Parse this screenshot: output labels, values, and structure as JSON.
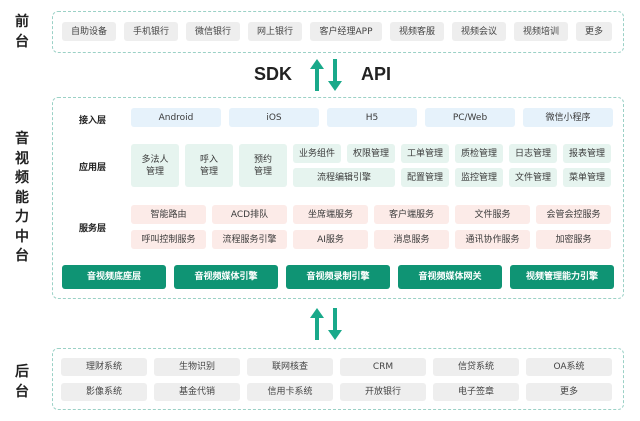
{
  "front": {
    "label_chars": [
      "前",
      "台"
    ],
    "items": [
      "自助设备",
      "手机银行",
      "微信银行",
      "网上银行",
      "客户经理APP",
      "视频客服",
      "视频会议",
      "视频培训",
      "更多"
    ]
  },
  "sdk_api": {
    "left": "SDK",
    "right": "API",
    "color": "#19a98a"
  },
  "middle": {
    "label_chars": [
      "音",
      "视",
      "频",
      "能",
      "力",
      "中",
      "台"
    ],
    "access": {
      "label": "接入层",
      "items": [
        "Android",
        "iOS",
        "H5",
        "PC/Web",
        "微信小程序"
      ]
    },
    "application": {
      "label": "应用层",
      "large_items": [
        "多法人\n管理",
        "呼入\n管理",
        "预约\n管理"
      ],
      "row1": [
        "业务组件",
        "权限管理",
        "工单管理",
        "质检管理",
        "日志管理",
        "报表管理"
      ],
      "row2_wide": "流程编辑引擎",
      "row2": [
        "配置管理",
        "监控管理",
        "文件管理",
        "菜单管理"
      ]
    },
    "service": {
      "label": "服务层",
      "row1": [
        "智能路由",
        "ACD排队",
        "坐席端服务",
        "客户端服务",
        "文件服务",
        "会管会控服务"
      ],
      "row2": [
        "呼叫控制服务",
        "流程服务引擎",
        "AI服务",
        "消息服务",
        "通讯协作服务",
        "加密服务"
      ]
    },
    "engines": [
      "音视频底座层",
      "音视频媒体引擎",
      "音视频录制引擎",
      "音视频媒体网关",
      "视频管理能力引擎"
    ]
  },
  "back": {
    "label_chars": [
      "后",
      "台"
    ],
    "row1": [
      "理财系统",
      "生物识别",
      "联网核查",
      "CRM",
      "信贷系统",
      "OA系统"
    ],
    "row2": [
      "影像系统",
      "基金代销",
      "信用卡系统",
      "开放银行",
      "电子签章",
      "更多"
    ]
  },
  "colors": {
    "engine_green": "#0f9474",
    "access_blue": "#e6f2fb",
    "app_green": "#e6f4ef",
    "service_pink": "#fcebe8",
    "grey": "#eeeeee",
    "panel_border": "#9bd1c6"
  }
}
